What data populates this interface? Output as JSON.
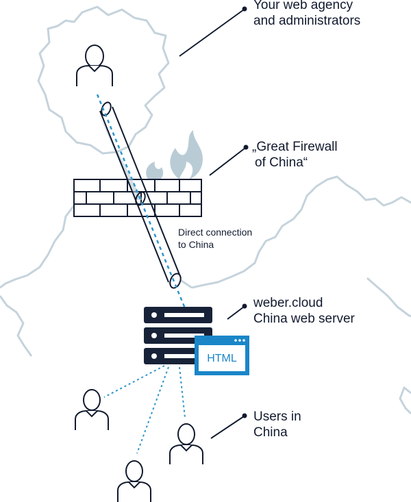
{
  "labels": {
    "agency_line1": "Your web agency",
    "agency_line2": "and administrators",
    "firewall_line1": "„Great Firewall",
    "firewall_line2": "of China“",
    "tunnel_line1": "Direct connection",
    "tunnel_line2": "to China",
    "server_line1": "weber.cloud",
    "server_line2": "China web server",
    "users_line1": "Users in",
    "users_line2": "China",
    "html_window": "HTML"
  },
  "colors": {
    "ink": "#111a2e",
    "map_outline": "#c5d3dc",
    "flame": "#b9ccd6",
    "dotted_link": "#2f96c9",
    "window_blue": "#1a86c8",
    "server_dark": "#172238"
  },
  "icons": {
    "person": "person-outline-icon",
    "firewall": "brick-wall-icon",
    "flame": "flame-icon",
    "server": "server-rack-icon",
    "browser": "browser-window-icon"
  }
}
